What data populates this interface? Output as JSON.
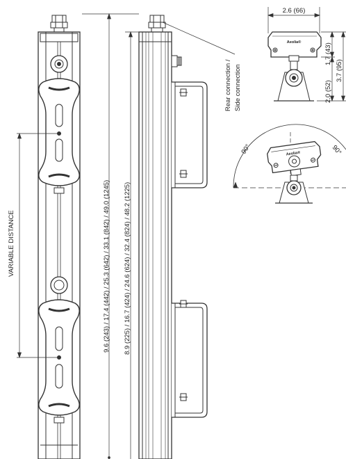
{
  "labels": {
    "variable_distance": "VARIABLE DISTANCE",
    "overall_height": "9.6 (243) / 17.4 (442) / 25.3 (642) / 33.1 (842) / 49.0 (1245)",
    "body_height": "8.9 (225) / 16.7 (424) / 24.6 (624) / 32.4 (824) / 48.2 (1225)",
    "rear_connection": "Rear connection /",
    "side_connection": "Side connection",
    "width": "2.6 (66)",
    "depth_a": "1.7 (43)",
    "depth_b": "2.0 (52)",
    "depth_c": "3.7 (95)",
    "angle_left": "90°",
    "angle_right": "90°",
    "brand": "Aeolia®"
  }
}
